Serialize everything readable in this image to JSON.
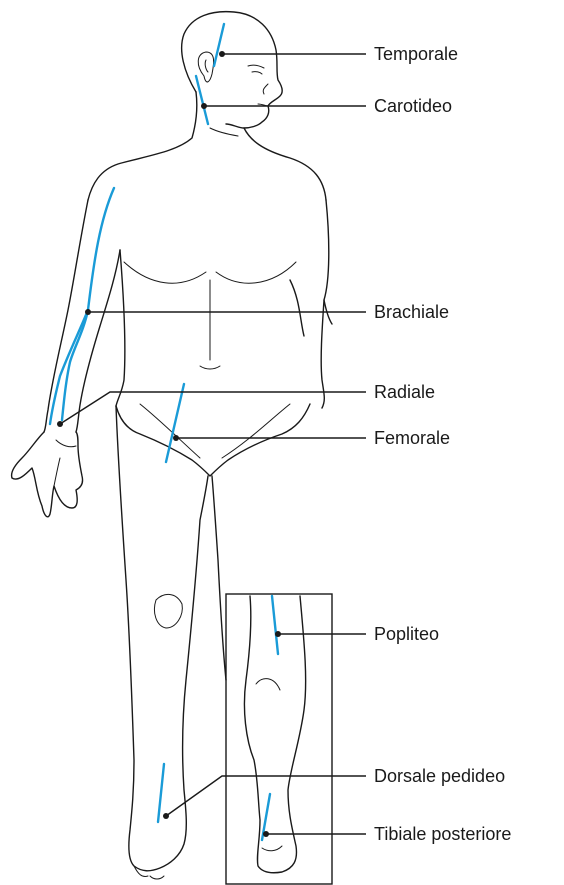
{
  "colors": {
    "artery": "#1a9bd7",
    "ink": "#1a1a1a",
    "background": "#ffffff"
  },
  "pulse_points": [
    {
      "key": "temporale",
      "label": "Temporale"
    },
    {
      "key": "carotideo",
      "label": "Carotideo"
    },
    {
      "key": "brachiale",
      "label": "Brachiale"
    },
    {
      "key": "radiale",
      "label": "Radiale"
    },
    {
      "key": "femorale",
      "label": "Femorale"
    },
    {
      "key": "popliteo",
      "label": "Popliteo"
    },
    {
      "key": "dorsale_pedideo",
      "label": "Dorsale pedideo"
    },
    {
      "key": "tibiale_posteriore",
      "label": "Tibiale posteriore"
    }
  ]
}
